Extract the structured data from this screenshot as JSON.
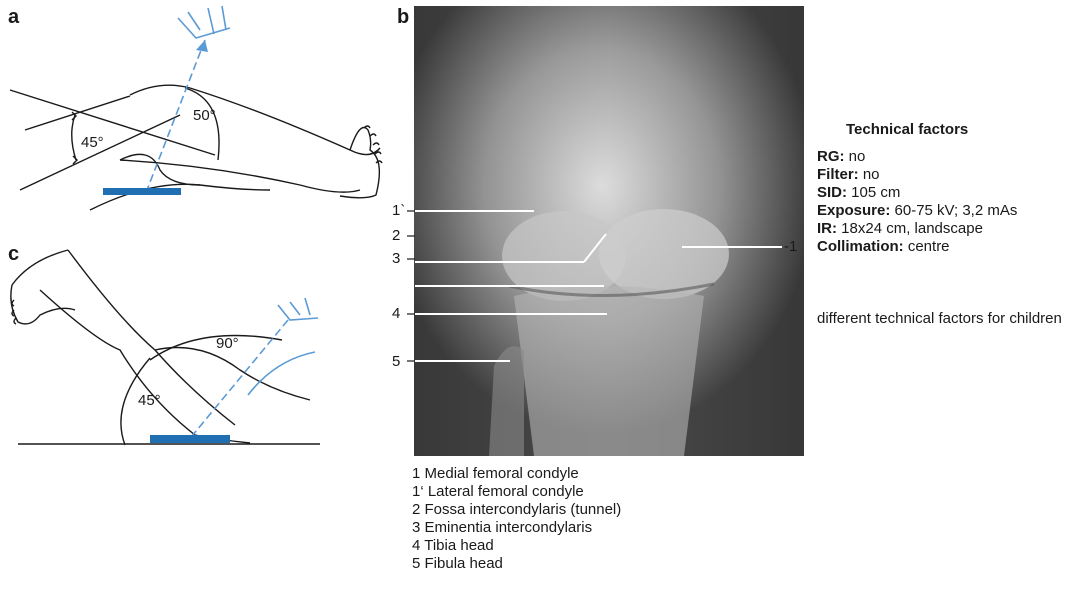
{
  "panels": {
    "a": {
      "letter": "a",
      "angle_leg": "45°",
      "angle_beam": "50°"
    },
    "b": {
      "letter": "b"
    },
    "c": {
      "letter": "c",
      "angle_leg": "45°",
      "angle_beam": "90°"
    }
  },
  "xray_labels": {
    "l1p": "1`",
    "l2": "2",
    "l3": "3",
    "l4": "4",
    "l5": "5",
    "l1": "-1"
  },
  "legend": [
    "1 Medial femoral condyle",
    "1‘ Lateral femoral condyle",
    "2 Fossa intercondylaris (tunnel)",
    "3 Eminentia intercondylaris",
    "4 Tibia head",
    "5 Fibula head"
  ],
  "technical": {
    "title": "Technical factors",
    "rows": [
      {
        "key": "RG:",
        "value": " no"
      },
      {
        "key": "Filter:",
        "value": " no"
      },
      {
        "key": "SID:",
        "value": " 105 cm"
      },
      {
        "key": "Exposure:",
        "value": " 60-75 kV; 3,2 mAs"
      },
      {
        "key": "IR:",
        "value": " 18x24 cm, landscape"
      },
      {
        "key": "Collimation:",
        "value": " centre"
      }
    ],
    "note": "different technical factors for children"
  },
  "colors": {
    "beam": "#5b9bd5",
    "detector": "#1f6fb2",
    "line": "#1a1a1a"
  }
}
